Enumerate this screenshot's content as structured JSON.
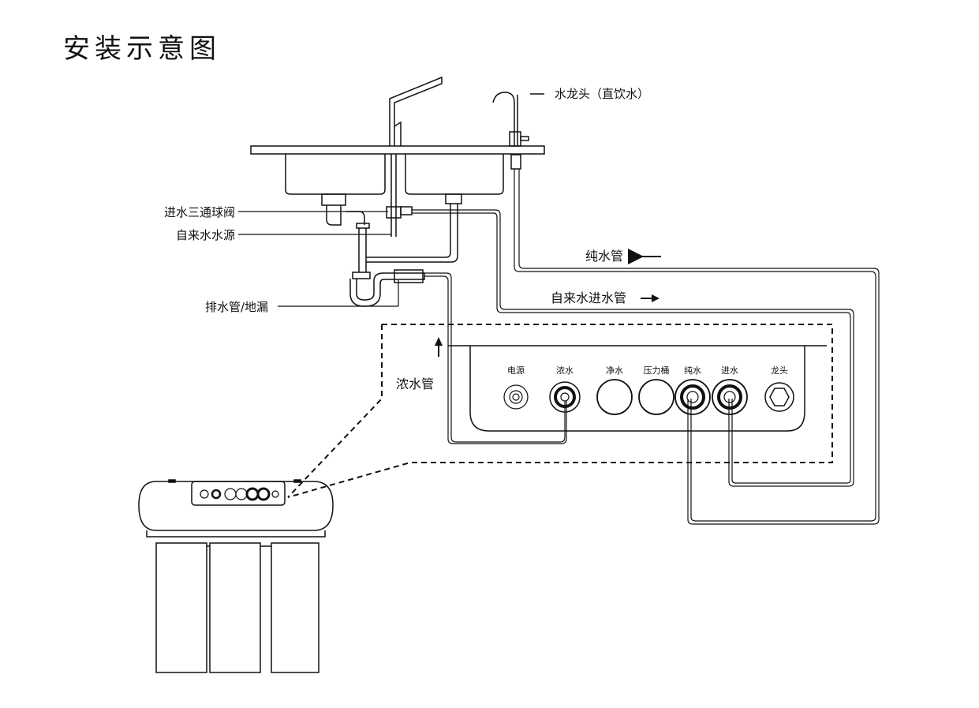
{
  "title": "安装示意图",
  "labels": {
    "faucet_direct": "水龙头（直饮水）",
    "inlet_valve": "进水三通球阀",
    "tap_source": "自来水水源",
    "drain": "排水管/地漏",
    "pure_pipe": "纯水管",
    "tap_in_pipe": "自来水进水管",
    "waste_pipe": "浓水管"
  },
  "panel_ports": [
    "电源",
    "浓水",
    "净水",
    "压力桶",
    "纯水",
    "进水",
    "龙头"
  ]
}
